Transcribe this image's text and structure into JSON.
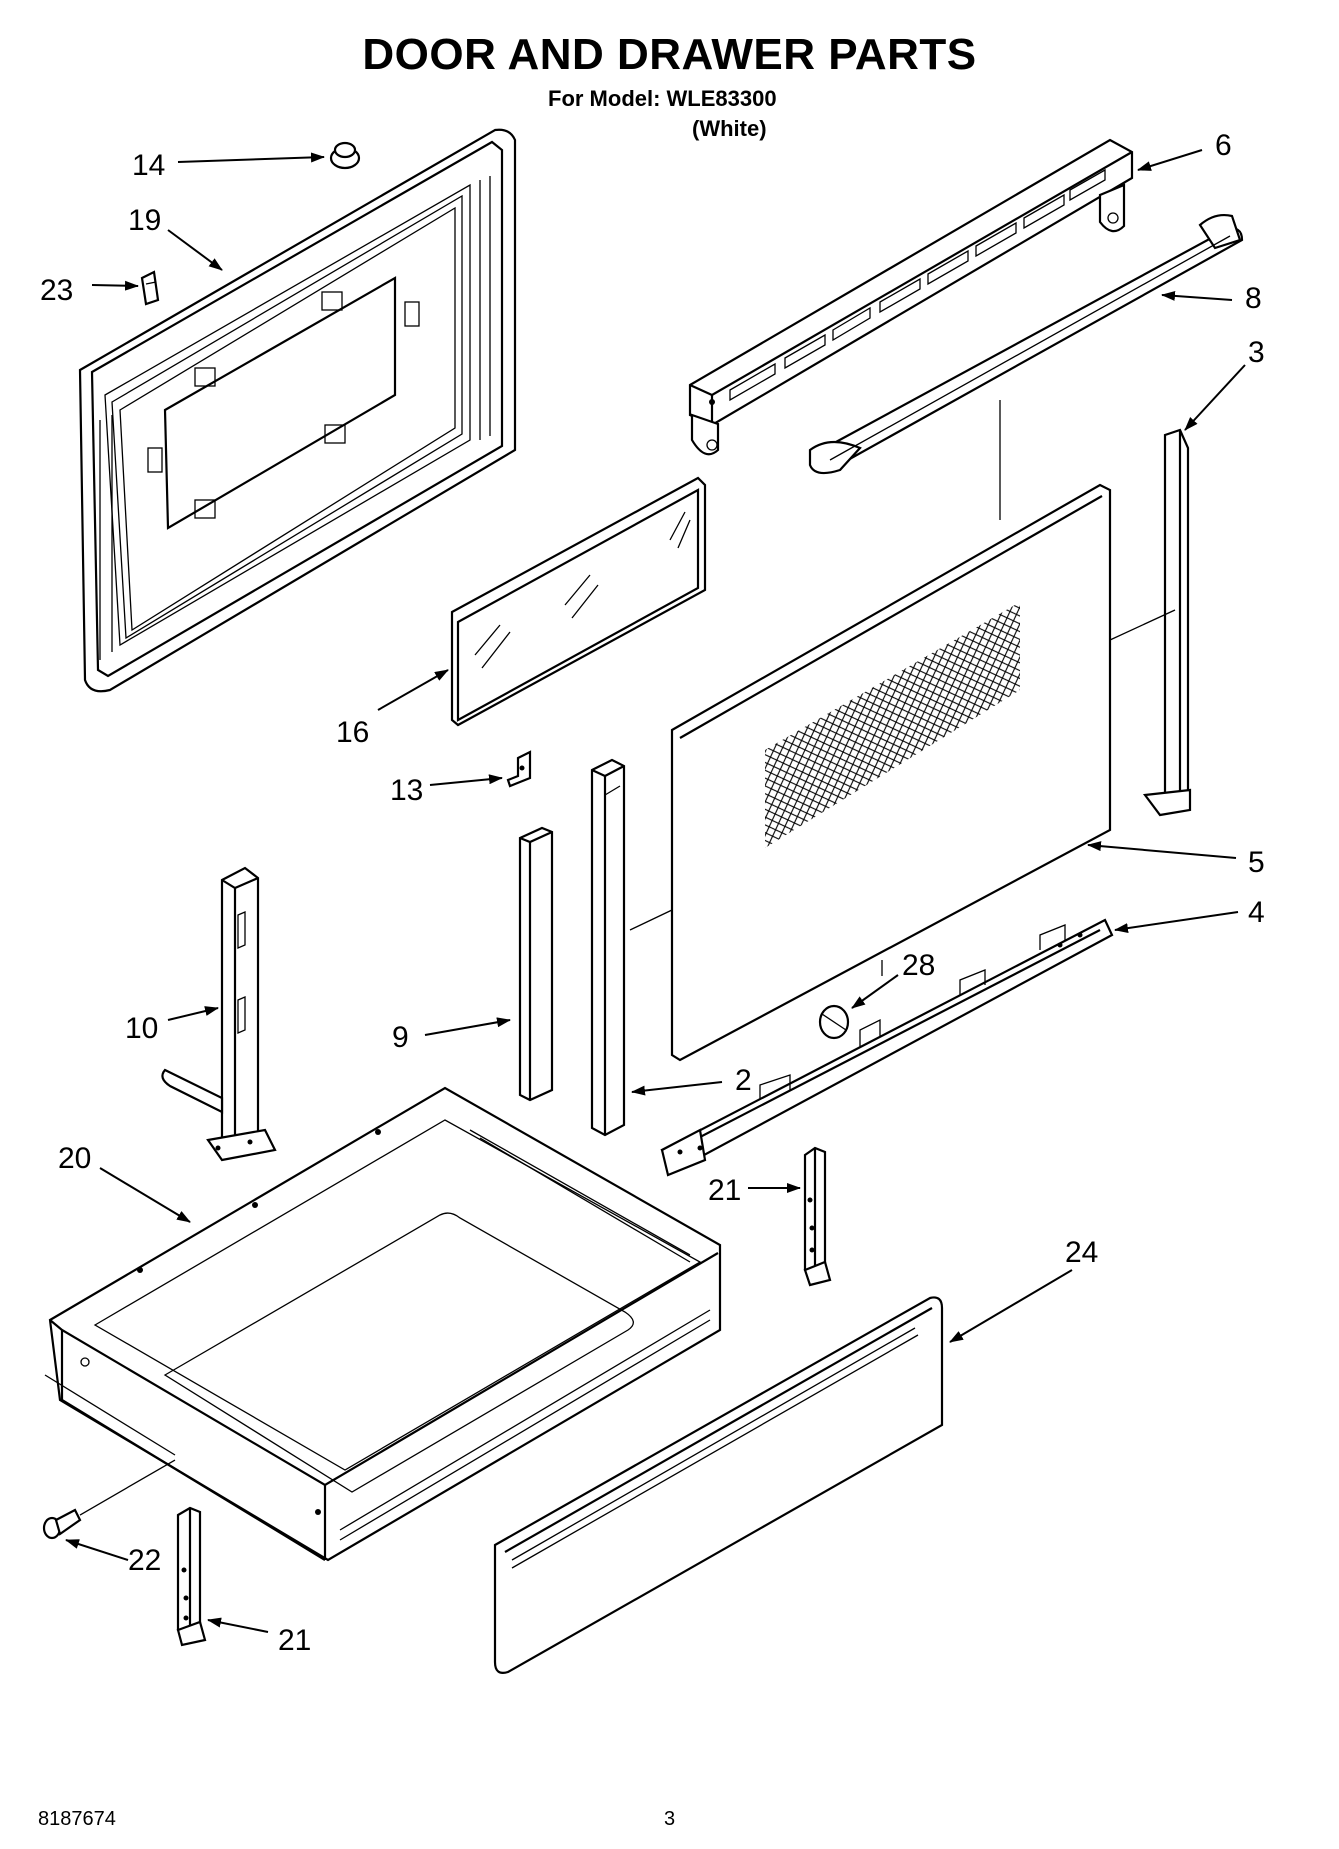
{
  "header": {
    "title": "DOOR AND DRAWER PARTS",
    "model_line": "For Model: WLE83300",
    "color_line": "(White)"
  },
  "footer": {
    "doc_number": "8187674",
    "page_number": "3"
  },
  "callouts": {
    "c14": "14",
    "c19": "19",
    "c23": "23",
    "c6": "6",
    "c8": "8",
    "c3": "3",
    "c16": "16",
    "c13": "13",
    "c5": "5",
    "c4": "4",
    "c28": "28",
    "c10": "10",
    "c9": "9",
    "c2": "2",
    "c20": "20",
    "c21a": "21",
    "c24": "24",
    "c22": "22",
    "c21b": "21"
  }
}
